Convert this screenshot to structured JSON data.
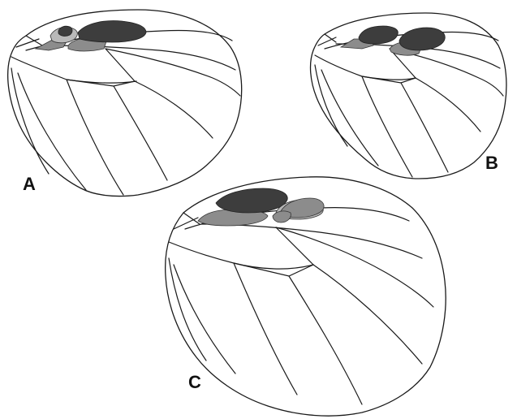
{
  "panels": [
    {
      "id": "a",
      "label": "A"
    },
    {
      "id": "b",
      "label": "B"
    },
    {
      "id": "c",
      "label": "C"
    }
  ],
  "colors": {
    "dark_patch": "#3d3d3d",
    "medium_patch": "#8c8c8c",
    "light_patch": "#b9b9b9",
    "vein": "#1a1a1a",
    "wing_fill": "#ffffff"
  }
}
